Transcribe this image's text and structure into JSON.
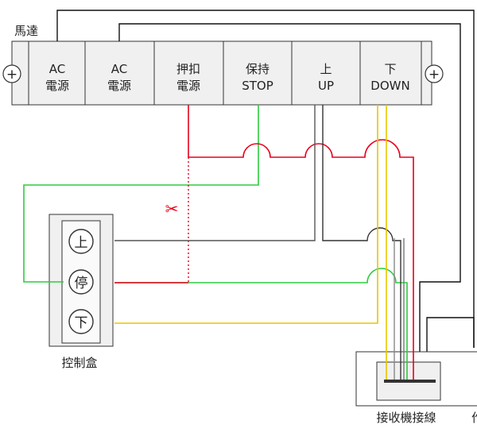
{
  "motor": {
    "title": "馬達",
    "terminals": [
      {
        "line1": "AC",
        "line2": "電源"
      },
      {
        "line1": "AC",
        "line2": "電源"
      },
      {
        "line1": "押扣",
        "line2": "電源"
      },
      {
        "line1": "保持",
        "line2": "STOP"
      },
      {
        "line1": "上",
        "line2": "UP"
      },
      {
        "line1": "下",
        "line2": "DOWN"
      }
    ],
    "screw_left": "+",
    "screw_right": "+"
  },
  "control_box": {
    "title": "控制盒",
    "buttons": [
      "上",
      "停",
      "下"
    ]
  },
  "receiver": {
    "title": "接收機接線",
    "extra": "作"
  },
  "colors": {
    "red": "#e8001c",
    "green": "#2ecc40",
    "yellow": "#e8c600",
    "gray": "#555555",
    "black": "#111111",
    "panel": "#f0f0f0"
  },
  "icons": {
    "cut": "scissors-icon"
  }
}
